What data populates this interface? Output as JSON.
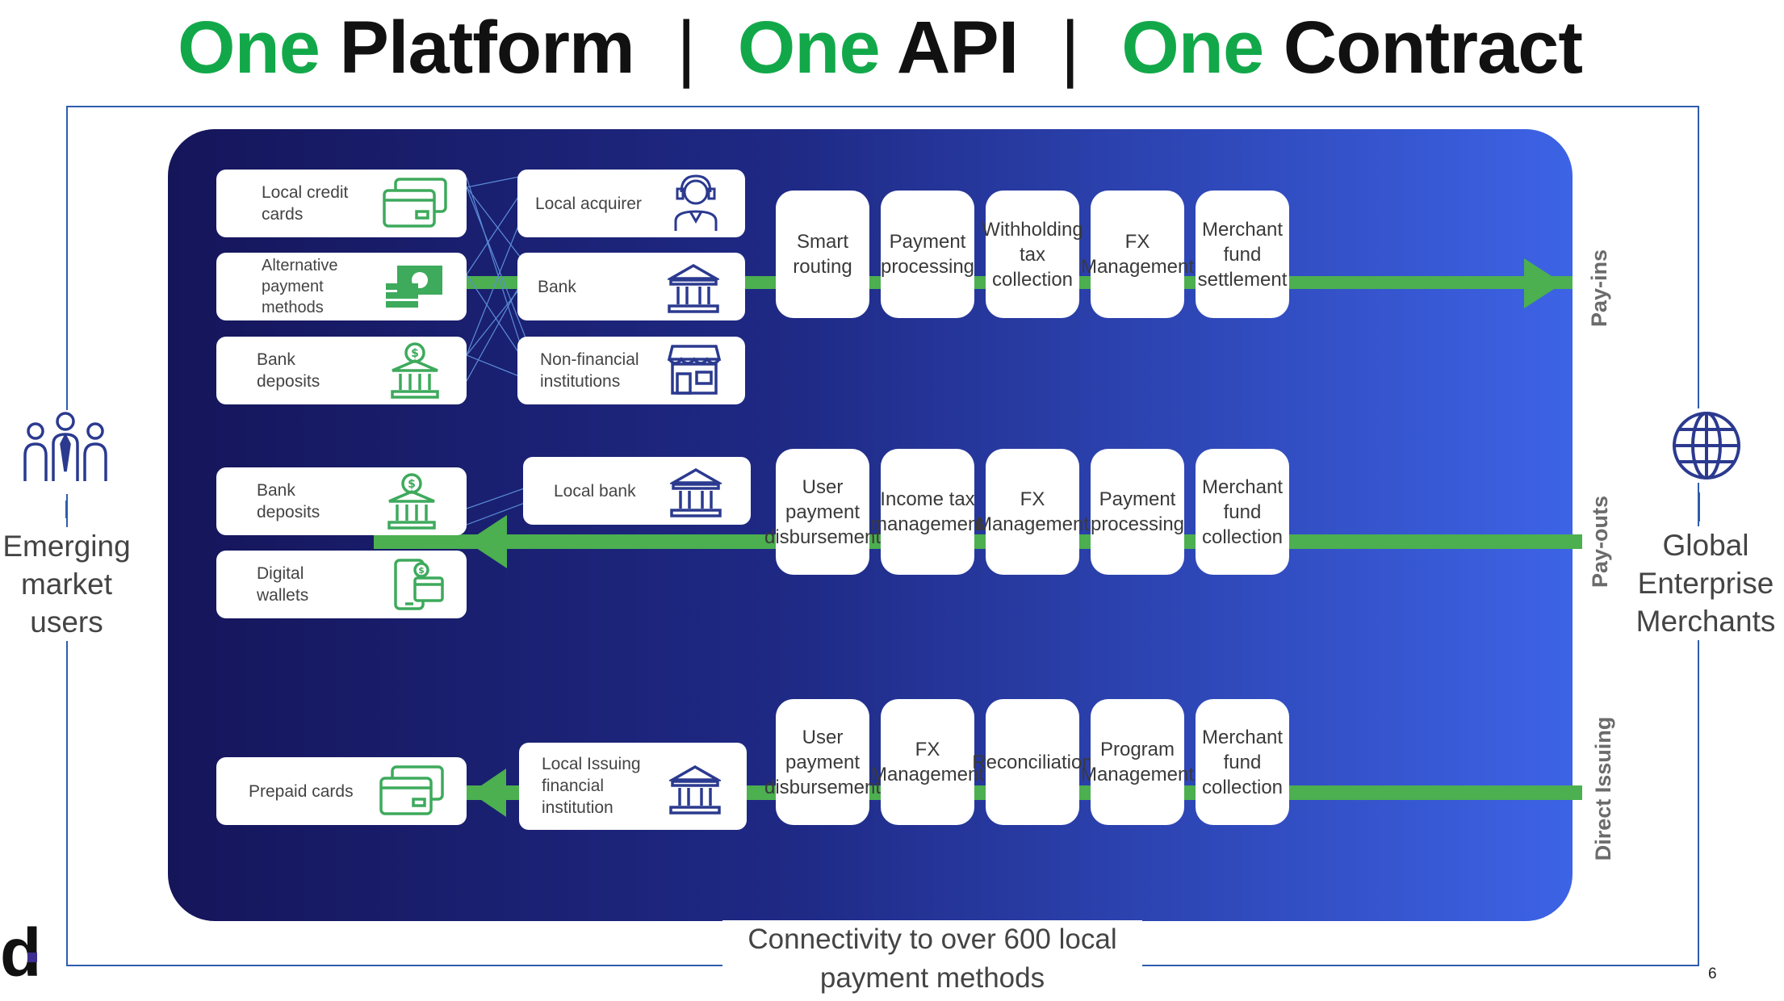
{
  "title": {
    "w1": "One",
    "w2": "Platform",
    "sep1": "|",
    "w3": "One",
    "w4": "API",
    "sep2": "|",
    "w5": "One",
    "w6": "Contract"
  },
  "left_side": {
    "line1": "Emerging",
    "line2": "market",
    "line3": "users"
  },
  "right_side": {
    "line1": "Global",
    "line2": "Enterprise",
    "line3": "Merchants"
  },
  "bottom_caption": {
    "line1": "Connectivity to over 600 local",
    "line2": "payment methods"
  },
  "page_number": "6",
  "payins": {
    "label": "Pay-ins",
    "sources": [
      {
        "l1": "Local credit",
        "l2": "cards",
        "icon": "credit-card-icon"
      },
      {
        "l1": "Alternative",
        "l2": "payment",
        "l3": "methods",
        "icon": "cash-icon"
      },
      {
        "l1": "Bank",
        "l2": "deposits",
        "icon": "bank-dollar-icon"
      }
    ],
    "acquirers": [
      {
        "l1": "Local acquirer",
        "icon": "support-agent-icon"
      },
      {
        "l1": "Bank",
        "icon": "bank-icon"
      },
      {
        "l1": "Non-financial",
        "l2": "institutions",
        "icon": "store-icon"
      }
    ],
    "steps": [
      {
        "l1": "Smart",
        "l2": "routing"
      },
      {
        "l1": "Payment",
        "l2": "processing"
      },
      {
        "l1": "Withholding",
        "l2": "tax collection"
      },
      {
        "l1": "FX",
        "l2": "Management"
      },
      {
        "l1": "Merchant",
        "l2": "fund",
        "l3": "settlement"
      }
    ]
  },
  "payouts": {
    "label": "Pay-outs",
    "targets": [
      {
        "l1": "Bank",
        "l2": "deposits",
        "icon": "bank-dollar-icon"
      },
      {
        "l1": "Digital",
        "l2": "wallets",
        "icon": "phone-wallet-icon"
      }
    ],
    "bank": {
      "l1": "Local bank",
      "icon": "bank-icon"
    },
    "steps": [
      {
        "l1": "User payment",
        "l2": "disbursement"
      },
      {
        "l1": "Income tax",
        "l2": "management"
      },
      {
        "l1": "FX",
        "l2": "Management"
      },
      {
        "l1": "Payment",
        "l2": "processing"
      },
      {
        "l1": "Merchant",
        "l2": "fund",
        "l3": "collection"
      }
    ]
  },
  "issuing": {
    "label": "Direct Issuing",
    "target": {
      "l1": "Prepaid cards",
      "icon": "credit-card-icon"
    },
    "issuer": {
      "l1": "Local Issuing",
      "l2": "financial",
      "l3": "institution",
      "icon": "bank-icon"
    },
    "steps": [
      {
        "l1": "User payment",
        "l2": "disbursement"
      },
      {
        "l1": "FX",
        "l2": "Management"
      },
      {
        "l1": "Reconciliation"
      },
      {
        "l1": "Program",
        "l2": "Management"
      },
      {
        "l1": "Merchant",
        "l2": "fund",
        "l3": "collection"
      }
    ]
  },
  "colors": {
    "accent_green": "#12a84a",
    "flow_green": "#4caf50",
    "icon_green": "#3daa5c",
    "icon_blue": "#2b3a8f",
    "panel_dark": "#15155a",
    "panel_light": "#3d63e6"
  }
}
